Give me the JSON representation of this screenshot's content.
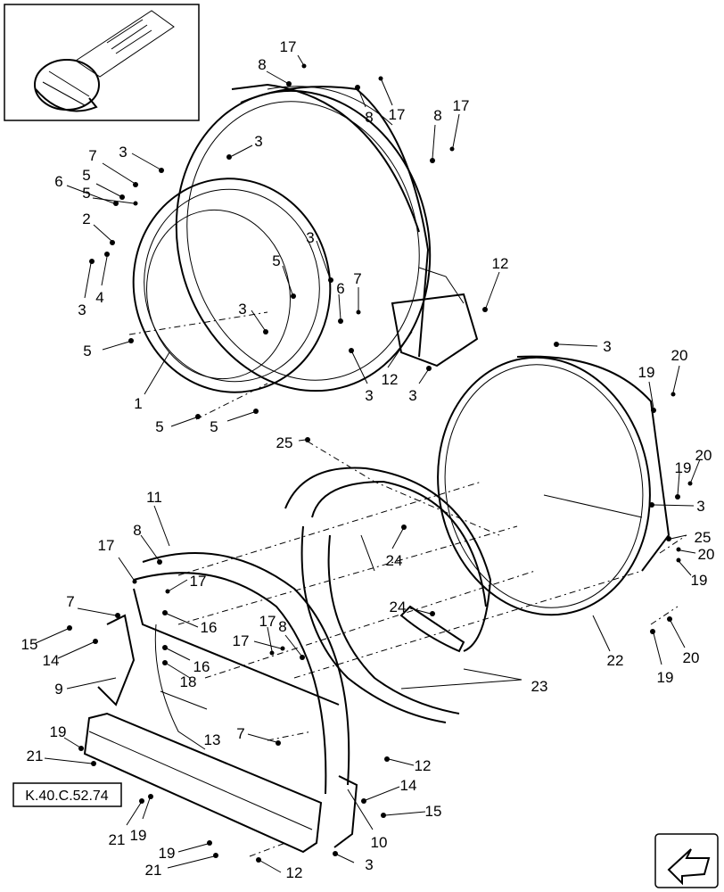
{
  "diagram": {
    "reference_code": "K.40.C.52.74",
    "callouts": [
      {
        "text": "17"
      },
      {
        "text": "8"
      },
      {
        "text": "8"
      },
      {
        "text": "17"
      },
      {
        "text": "8"
      },
      {
        "text": "17"
      },
      {
        "text": "7"
      },
      {
        "text": "3"
      },
      {
        "text": "3"
      },
      {
        "text": "5"
      },
      {
        "text": "6"
      },
      {
        "text": "5"
      },
      {
        "text": "2"
      },
      {
        "text": "4"
      },
      {
        "text": "3"
      },
      {
        "text": "3"
      },
      {
        "text": "5"
      },
      {
        "text": "6"
      },
      {
        "text": "7"
      },
      {
        "text": "3"
      },
      {
        "text": "12"
      },
      {
        "text": "5"
      },
      {
        "text": "1"
      },
      {
        "text": "12"
      },
      {
        "text": "3"
      },
      {
        "text": "3"
      },
      {
        "text": "5"
      },
      {
        "text": "5"
      },
      {
        "text": "3"
      },
      {
        "text": "20"
      },
      {
        "text": "19"
      },
      {
        "text": "25"
      },
      {
        "text": "20"
      },
      {
        "text": "19"
      },
      {
        "text": "3"
      },
      {
        "text": "11"
      },
      {
        "text": "8"
      },
      {
        "text": "17"
      },
      {
        "text": "24"
      },
      {
        "text": "25"
      },
      {
        "text": "17"
      },
      {
        "text": "20"
      },
      {
        "text": "7"
      },
      {
        "text": "19"
      },
      {
        "text": "24"
      },
      {
        "text": "16"
      },
      {
        "text": "15"
      },
      {
        "text": "14"
      },
      {
        "text": "17"
      },
      {
        "text": "8"
      },
      {
        "text": "17"
      },
      {
        "text": "22"
      },
      {
        "text": "20"
      },
      {
        "text": "19"
      },
      {
        "text": "16"
      },
      {
        "text": "9"
      },
      {
        "text": "18"
      },
      {
        "text": "23"
      },
      {
        "text": "13"
      },
      {
        "text": "7"
      },
      {
        "text": "19"
      },
      {
        "text": "21"
      },
      {
        "text": "12"
      },
      {
        "text": "14"
      },
      {
        "text": "15"
      },
      {
        "text": "21"
      },
      {
        "text": "19"
      },
      {
        "text": "10"
      },
      {
        "text": "19"
      },
      {
        "text": "21"
      },
      {
        "text": "3"
      },
      {
        "text": "12"
      }
    ]
  }
}
